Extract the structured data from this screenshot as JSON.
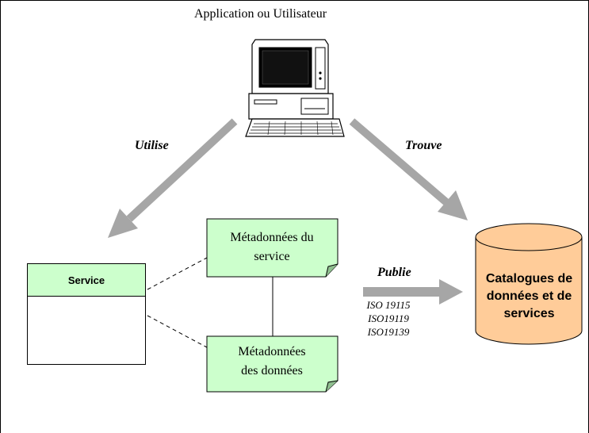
{
  "diagram": {
    "top_label": "Application ou Utilisateur",
    "arrows": {
      "uses": "Utilise",
      "finds": "Trouve",
      "publishes": "Publie"
    },
    "service": {
      "title": "Service"
    },
    "service_metadata": {
      "line1": "Métadonnées du",
      "line2": "service"
    },
    "data_metadata": {
      "line1": "Métadonnées",
      "line2": "des données"
    },
    "catalog": {
      "line1": "Catalogues de",
      "line2": "données et de",
      "line3": "services"
    },
    "standards": [
      "ISO 19115",
      "ISO19119",
      "ISO19139"
    ],
    "colors": {
      "note_fill": "#ccffcc",
      "cylinder_fill": "#ffcc99",
      "arrow_gray": "#a6a6a6"
    }
  }
}
